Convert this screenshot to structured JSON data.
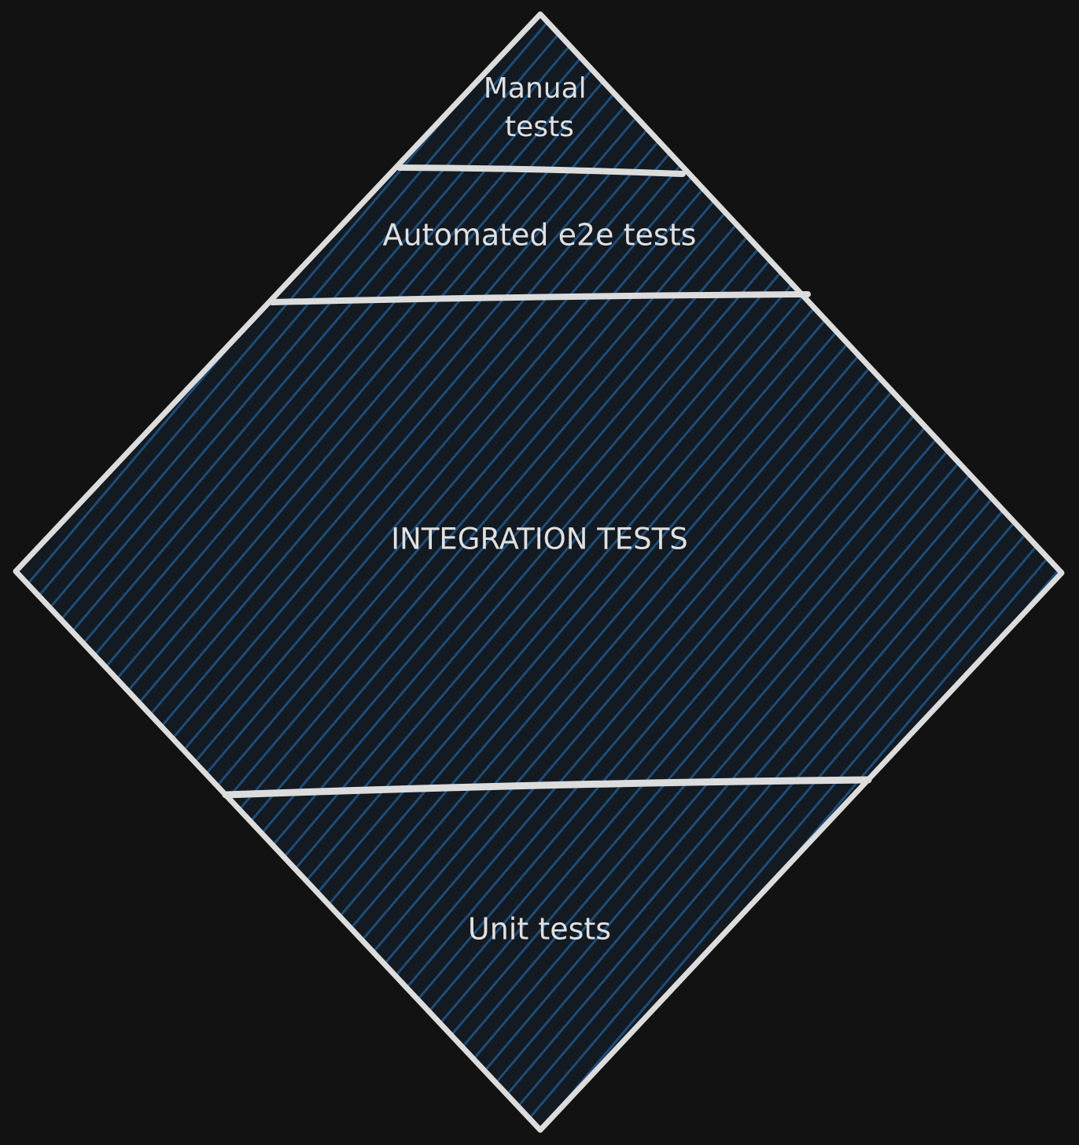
{
  "diagram": {
    "background_color": "#121212",
    "stroke_color": "#dcdcdc",
    "hatch_color": "#1f4d78",
    "fill_color": "#131a22",
    "sections": [
      {
        "id": "manual",
        "lines": [
          "Manual",
          "tests"
        ]
      },
      {
        "id": "e2e",
        "lines": [
          "Automated e2e tests"
        ]
      },
      {
        "id": "integration",
        "lines": [
          "INTEGRATION TESTS"
        ]
      },
      {
        "id": "unit",
        "lines": [
          "Unit tests"
        ]
      }
    ]
  }
}
